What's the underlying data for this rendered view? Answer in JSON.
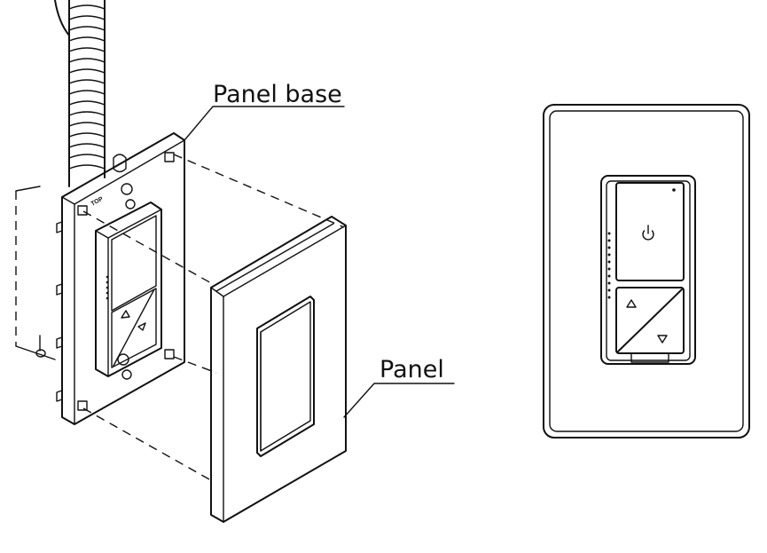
{
  "labels": {
    "panel_base": "Panel base",
    "panel": "Panel",
    "top_marking": "TOP"
  },
  "icons": {
    "power": "power-icon",
    "up": "up-arrow-icon",
    "down": "down-arrow-icon"
  },
  "colors": {
    "line": "#111111",
    "background": "#ffffff"
  }
}
